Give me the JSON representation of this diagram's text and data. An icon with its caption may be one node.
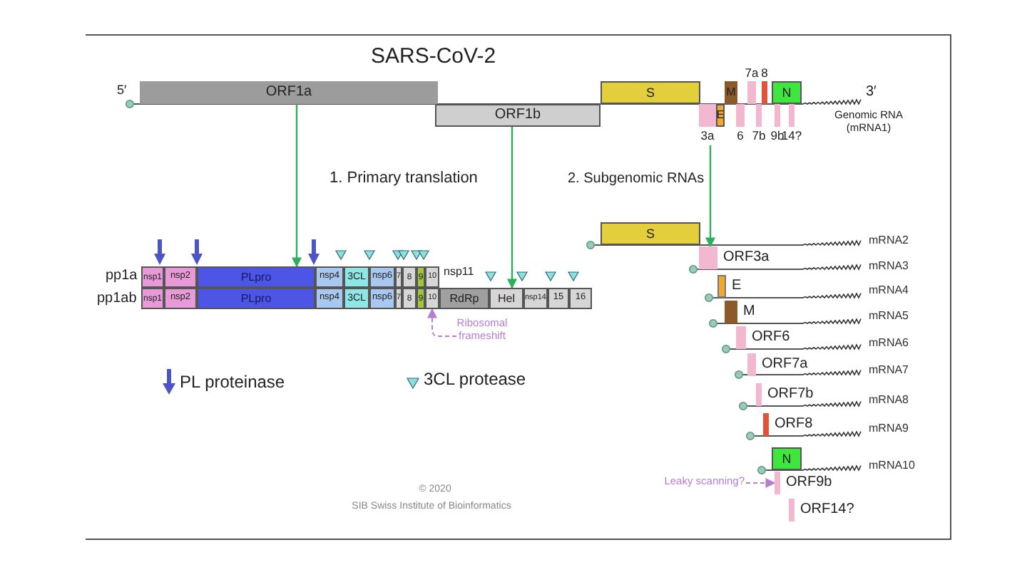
{
  "diagram": {
    "title": "SARS-CoV-2",
    "nodes": [
      {
        "text": [
          "ORF1a"
        ]
      },
      {
        "text": [
          "ORF1b"
        ]
      },
      {
        "text": [
          "S"
        ]
      },
      {
        "text": [
          "M"
        ]
      },
      {
        "text": [
          "7a"
        ]
      },
      {
        "text": [
          "8"
        ]
      },
      {
        "text": [
          "N"
        ]
      },
      {
        "text": [
          "3a"
        ]
      },
      {
        "text": [
          "E"
        ]
      },
      {
        "text": [
          "6"
        ]
      },
      {
        "text": [
          "7b"
        ]
      },
      {
        "text": [
          "9b"
        ]
      },
      {
        "text": [
          "14?"
        ]
      },
      {
        "text": [
          "nsp1"
        ]
      },
      {
        "text": [
          "nsp2"
        ]
      },
      {
        "text": [
          "PLpro"
        ]
      },
      {
        "text": [
          "nsp4"
        ]
      },
      {
        "text": [
          "3CL"
        ]
      },
      {
        "text": [
          "nsp6"
        ]
      },
      {
        "text": [
          "7"
        ]
      },
      {
        "text": [
          "8"
        ]
      },
      {
        "text": [
          "9"
        ]
      },
      {
        "text": [
          "10"
        ]
      },
      {
        "text": [
          "nsp1"
        ]
      },
      {
        "text": [
          "nsp2"
        ]
      },
      {
        "text": [
          "PLpro"
        ]
      },
      {
        "text": [
          "nsp4"
        ]
      },
      {
        "text": [
          "3CL"
        ]
      },
      {
        "text": [
          "nsp6"
        ]
      },
      {
        "text": [
          "7"
        ]
      },
      {
        "text": [
          "8"
        ]
      },
      {
        "text": [
          "9"
        ]
      },
      {
        "text": [
          "10"
        ]
      },
      {
        "text": [
          "RdRp"
        ]
      },
      {
        "text": [
          "Hel"
        ]
      },
      {
        "text": [
          "nsp14"
        ]
      },
      {
        "text": [
          "15"
        ]
      },
      {
        "text": [
          "16"
        ]
      },
      {
        "text": [
          "Ribosomal frameshift"
        ]
      },
      {
        "text": [
          "S"
        ]
      },
      {
        "text": [
          "ORF3a"
        ]
      },
      {
        "text": [
          "E"
        ]
      },
      {
        "text": [
          "M"
        ]
      },
      {
        "text": [
          "ORF6"
        ]
      },
      {
        "text": [
          "ORF7a"
        ]
      },
      {
        "text": [
          "ORF7b"
        ]
      },
      {
        "text": [
          "ORF8"
        ]
      },
      {
        "text": [
          "N"
        ]
      },
      {
        "text": [
          "Leaky scanning?"
        ]
      },
      {
        "text": [
          "ORF9b"
        ]
      },
      {
        "text": [
          "ORF14?"
        ]
      }
    ],
    "edges": [
      {
        "from": 0,
        "to": 15,
        "arrow": "to"
      },
      {
        "from": 1,
        "to": 34,
        "arrow": "to"
      },
      {
        "from": 7,
        "to": 40,
        "arrow": "to"
      },
      {
        "from": 38,
        "to": 32,
        "arrow": "to",
        "style": "dashed",
        "color": "#b57fd0"
      },
      {
        "from": 48,
        "to": 49,
        "arrow": "to",
        "style": "dashed",
        "color": "#b57fd0"
      }
    ],
    "labels": [
      "5′",
      "3′",
      "Genomic RNA (mRNA1)",
      "1. Primary translation",
      "2. Subgenomic RNAs",
      "pp1a",
      "pp1ab",
      "nsp11",
      "mRNA2",
      "mRNA3",
      "mRNA4",
      "mRNA5",
      "mRNA6",
      "mRNA7",
      "mRNA8",
      "mRNA9",
      "mRNA10",
      "© 2020",
      "SIB Swiss Institute of Bioinformatics"
    ],
    "legend": [
      {
        "text": "PL proteinase"
      },
      {
        "text": "3CL protease"
      }
    ]
  }
}
